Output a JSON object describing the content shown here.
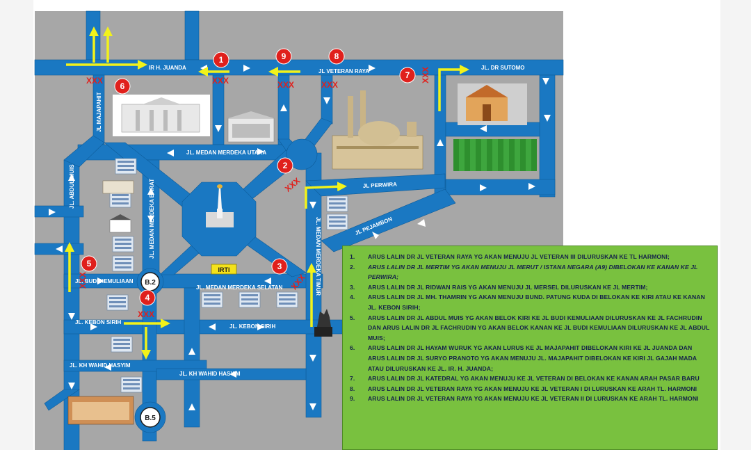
{
  "roads": {
    "ir_h_juanda": "IR H. JUANDA",
    "veteran_raya": "JL VETERAN RAYA",
    "dr_sutomo": "JL. DR SUTOMO",
    "majapahit": "JL MAJAPAHIT",
    "medan_merdeka_utara": "JL. MEDAN MERDEKA UTARA",
    "perwira": "JL PERWIRA",
    "abdul_muis": "JL. ABDUL MUIS",
    "medan_merdeka_barat": "JL. MEDAN MERDEKA BARAT",
    "medan_merdeka_timur": "JL. MEDAN MERDEKA TIMUR",
    "pejambon": "JL PEJAMBON",
    "budi_kemuliaan": "JL. BUDI KEMULIAAN",
    "medan_merdeka_selatan": "JL. MEDAN MERDEKA SELATAN",
    "kebon_sirih_west": "JL. KEBON SIRIH",
    "kebon_sirih_east": "JL. KEBON SIRIH",
    "kh_wahid_hasyim_west": "JL. KH WAHID HASYIM",
    "kh_wahid_hasyim_east": "JL. KH WAHID HASYIM"
  },
  "map_labels": {
    "b2": "B.2",
    "b5": "B.5",
    "irti": "IRTI"
  },
  "markers": [
    "1",
    "2",
    "3",
    "4",
    "5",
    "6",
    "7",
    "8",
    "9"
  ],
  "block_mark": "XXX",
  "colors": {
    "road": "#1a78c2",
    "ground": "#a7a7a7",
    "marker": "#e0201c",
    "detour_arrow": "#f2f21a",
    "legend_bg": "#79c13f",
    "legend_text": "#14214a"
  },
  "legend": [
    {
      "num": "1.",
      "text": "ARUS LALIN DR JL VETERAN RAYA YG AKAN MENUJU JL VETERAN III DILURUSKAN KE TL HARMONI;"
    },
    {
      "num": "2.",
      "text": "ARUS LALIN DR JL MERTIM YG AKAN MENUJU JL MERUT / ISTANA NEGARA (A9) DIBELOKAN KE KANAN KE JL PERWIRA;"
    },
    {
      "num": "3.",
      "text": "ARUS LALIN DR JL RIDWAN RAIS YG AKAN MENUJU JL MERSEL DILURUSKAN KE JL MERTIM;"
    },
    {
      "num": "4.",
      "text": "ARUS LALIN DR JL MH. THAMRIN YG AKAN MENUJU BUND. PATUNG KUDA DI BELOKAN KE KIRI ATAU KE KANAN JL. KEBON SIRIH;"
    },
    {
      "num": "5.",
      "text": "ARUS LALIN DR JL ABDUL MUIS YG AKAN BELOK KIRI KE JL BUDI KEMULIAAN DILURUSKAN KE JL FACHRUDIN DAN ARUS LALIN DR JL FACHRUDIN YG AKAN BELOK KANAN KE JL BUDI KEMULIAAN DILURUSKAN KE JL ABDUL MUIS;"
    },
    {
      "num": "6.",
      "text": "ARUS LALIN DR JL HAYAM WURUK YG AKAN LURUS KE JL MAJAPAHIT DIBELOKAN KIRI KE JL JUANDA DAN ARUS LALIN DR JL SURYO PRANOTO YG AKAN MENUJU JL. MAJAPAHIT DIBELOKAN KE KIRI JL GAJAH MADA ATAU DILURUSKAN KE JL. IR. H. JUANDA;"
    },
    {
      "num": "7.",
      "text": "ARUS LALIN DR JL KATEDRAL YG AKAN MENUJU KE JL VETERAN DI BELOKAN KE KANAN ARAH PASAR BARU"
    },
    {
      "num": "8.",
      "text": "ARUS LALIN DR JL VETERAN RAYA YG AKAN MENUJU KE JL VETERAN I DI LURUSKAN KE ARAH TL. HARMONI"
    },
    {
      "num": "9.",
      "text": "ARUS LALIN DR JL VETERAN RAYA YG AKAN MENUJU KE JL VETERAN II DI LURUSKAN KE ARAH TL. HARMONI"
    }
  ]
}
